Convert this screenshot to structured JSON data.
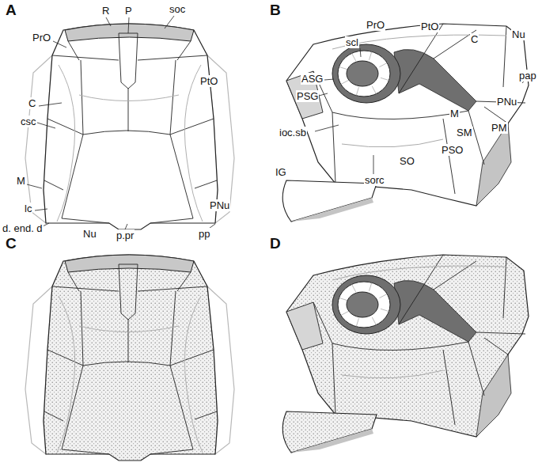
{
  "diagram": {
    "labels": [
      "A",
      "R",
      "P",
      "soc",
      "PrO",
      "PtO",
      "C",
      "csc",
      "M",
      "lc",
      "d. end. d",
      "Nu",
      "p.pr",
      "PNu",
      "pp",
      "B",
      "PrO",
      "PtO",
      "scl",
      "C",
      "Nu",
      "ASG",
      "pap",
      "PSG",
      "PNu",
      "ioc.sb",
      "M",
      "PM",
      "SM",
      "PSO",
      "SO",
      "IG",
      "sorc",
      "C",
      "D"
    ]
  }
}
